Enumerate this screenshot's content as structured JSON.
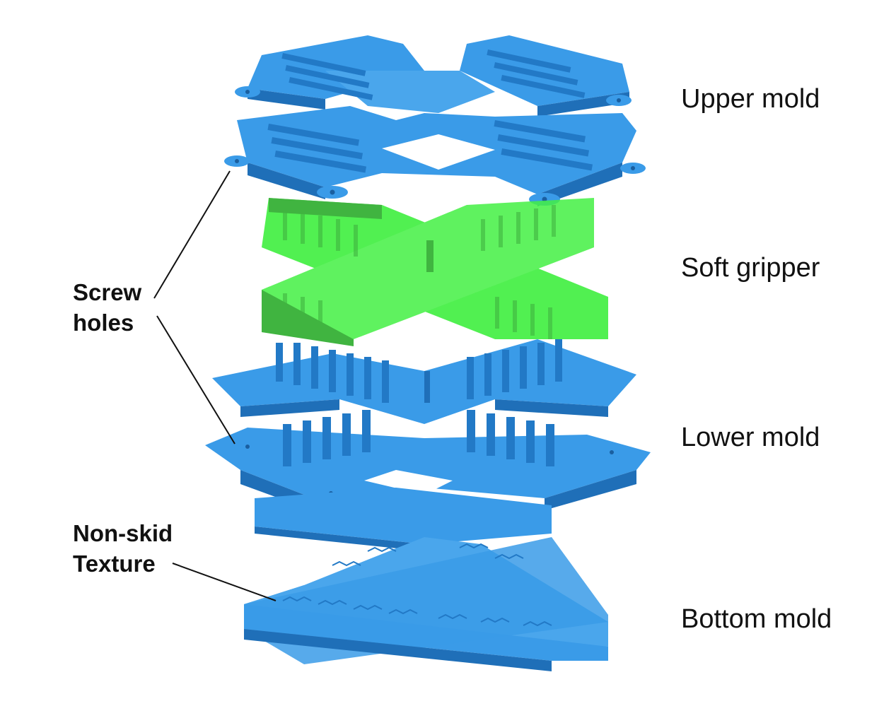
{
  "layers": {
    "upper_mold": "Upper mold",
    "soft_gripper": "Soft gripper",
    "lower_mold": "Lower mold",
    "bottom_mold": "Bottom mold"
  },
  "callouts": {
    "screw_holes": {
      "line1": "Screw",
      "line2": "holes"
    },
    "non_skid": {
      "line1": "Non-skid",
      "line2": "Texture"
    }
  },
  "colors": {
    "mold_blue": "#3a9be8",
    "mold_blue_dark": "#1f6fb8",
    "mold_blue_light": "#6cbcf5",
    "gripper_green": "#33ee33",
    "gripper_green_dark": "#1fa81f",
    "leader_line": "#111111"
  }
}
